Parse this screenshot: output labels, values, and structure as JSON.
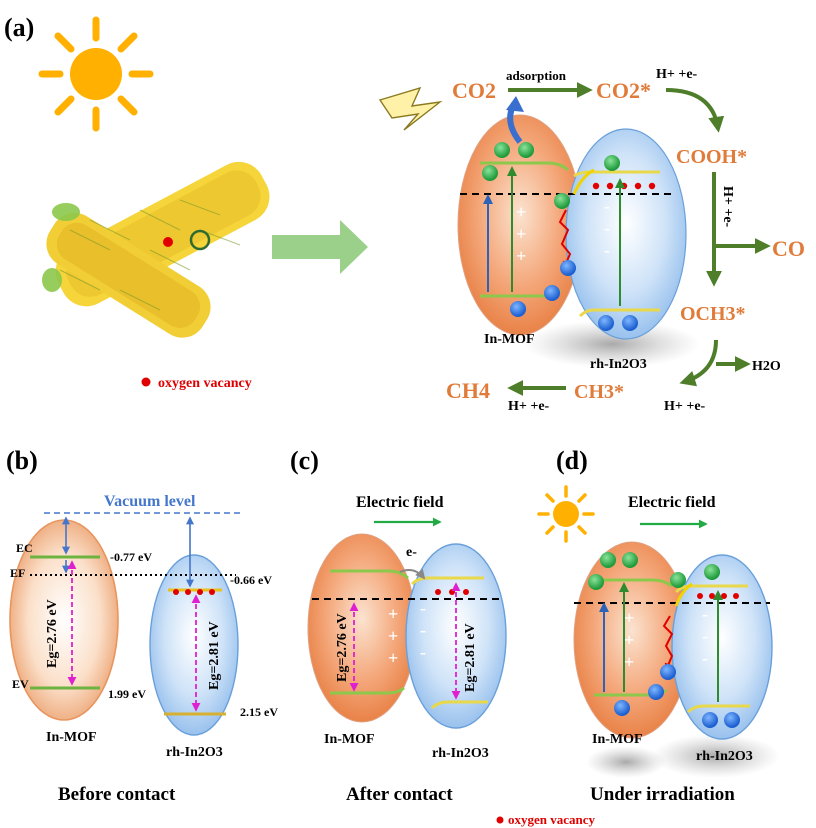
{
  "panels": {
    "a": "(a)",
    "b": "(b)",
    "c": "(c)",
    "d": "(d)"
  },
  "colors": {
    "orange": "#E07B39",
    "blue": "#2A63B8",
    "green": "#2E8B2E",
    "flow_green": "#4E7E2A",
    "magenta": "#E020D0",
    "red": "#E00000",
    "yellow": "#F2D200",
    "sun": "#FFB000",
    "vacuum_blue": "#4477CC"
  },
  "icons": [
    "sun-icon",
    "lightning-icon",
    "arrow-right-icon",
    "electron-icon",
    "hole-icon"
  ],
  "panel_a": {
    "legend": "oxygen vacancy",
    "in_mof": "In-MOF",
    "rh_in2o3": "rh-In2O3",
    "co2": "CO2",
    "adsorption": "adsorption",
    "co2_star": "CO2*",
    "h_plus_e": "H+ +e-",
    "cooh_star": "COOH*",
    "co": "CO",
    "och3_star": "OCH3*",
    "h2o": "H2O",
    "ch3_star": "CH3*",
    "ch4": "CH4",
    "plus_sign": "+",
    "minus_sign": "-"
  },
  "panel_b": {
    "vacuum_level": "Vacuum level",
    "ec": "EC",
    "ef": "EF",
    "ev": "EV",
    "cb_in_mof": "-0.77 eV",
    "cb_rh": "-0.66 eV",
    "vb_in_mof": "1.99 eV",
    "vb_rh": "2.15 eV",
    "eg_in_mof": "Eg=2.76 eV",
    "eg_rh": "Eg=2.81 eV",
    "in_mof": "In-MOF",
    "rh_in2o3": "rh-In2O3",
    "caption": "Before contact"
  },
  "panel_c": {
    "electric_field": "Electric field",
    "electron": "e-",
    "eg_in_mof": "Eg=2.76 eV",
    "eg_rh": "Eg=2.81 eV",
    "in_mof": "In-MOF",
    "rh_in2o3": "rh-In2O3",
    "caption": "After contact"
  },
  "panel_d": {
    "electric_field": "Electric field",
    "in_mof": "In-MOF",
    "rh_in2o3": "rh-In2O3",
    "caption": "Under irradiation"
  },
  "footer": {
    "legend": "oxygen vacancy"
  }
}
